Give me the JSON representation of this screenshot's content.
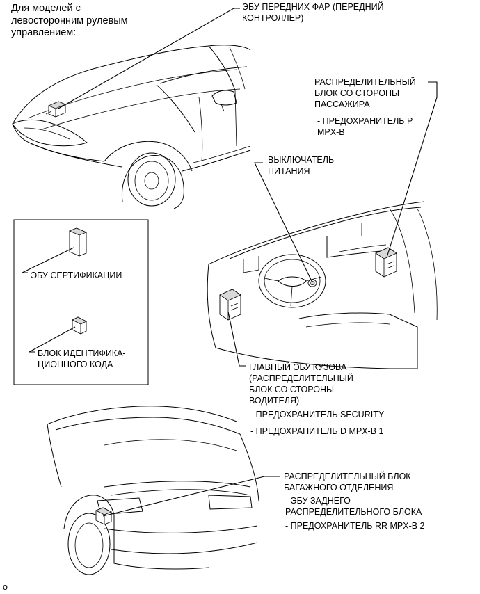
{
  "heading": "Для моделей с\nлевосторонним рулевым\nуправлением:",
  "labels": {
    "headlight_ecu": "ЭБУ ПЕРЕДНИХ ФАР (ПЕРЕДНИЙ\nКОНТРОЛЛЕР)",
    "passenger_jb": "РАСПРЕДЕЛИТЕЛЬНЫЙ\nБЛОК СО СТОРОНЫ\nПАССАЖИРА",
    "passenger_fuse": "- ПРЕДОХРАНИТЕЛЬ P\nMPX-B",
    "power_switch": "ВЫКЛЮЧАТЕЛЬ\nПИТАНИЯ",
    "cert_ecu": "ЭБУ СЕРТИФИКАЦИИ",
    "id_code_box": "БЛОК ИДЕНТИФИКА-\nЦИОННОГО КОДА",
    "main_body_ecu": "ГЛАВНЫЙ ЭБУ КУЗОВА\n(РАСПРЕДЕЛИТЕЛЬНЫЙ\nБЛОК СО СТОРОНЫ\nВОДИТЕЛЯ)",
    "security_fuse": "- ПРЕДОХРАНИТЕЛЬ SECURITY",
    "d_mpx_fuse": "- ПРЕДОХРАНИТЕЛЬ D MPX-B 1",
    "luggage_jb": "РАСПРЕДЕЛИТЕЛЬНЫЙ БЛОК\nБАГАЖНОГО ОТДЕЛЕНИЯ",
    "rear_ecu": "- ЭБУ ЗАДНЕГО\nРАСПРЕДЕЛИТЕЛЬНОГО БЛОКА",
    "rr_mpx_fuse": "- ПРЕДОХРАНИТЕЛЬ RR MPX-B 2"
  },
  "footer_mark": "o"
}
